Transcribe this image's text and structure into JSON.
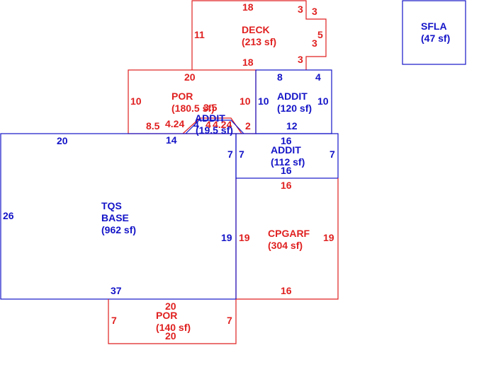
{
  "colors": {
    "red": "#e02020",
    "blue": "#1414c8"
  },
  "areas": {
    "deck": {
      "name": "DECK",
      "area": "(213 sf)",
      "dims": [
        "18",
        "3",
        "3",
        "5",
        "3",
        "3",
        "18",
        "11"
      ]
    },
    "por_upper": {
      "name": "POR",
      "area": "(180.5 sf)",
      "dims": [
        "20",
        "10",
        "10",
        "8.5",
        "4.24",
        "3.5",
        "4",
        "4.24",
        "2"
      ]
    },
    "addit_triangle": {
      "name": "ADDIT",
      "area": "(19.5 sf)",
      "dims": [
        "14",
        "4"
      ]
    },
    "addit_upper": {
      "name": "ADDIT",
      "area": "(120 sf)",
      "dims": [
        "8",
        "4",
        "10",
        "10",
        "12"
      ]
    },
    "addit_middle": {
      "name": "ADDIT",
      "area": "(112 sf)",
      "dims": [
        "16",
        "7",
        "7",
        "16"
      ]
    },
    "base": {
      "name_line1": "TQS",
      "name_line2": "BASE",
      "area": "(962 sf)",
      "dims": [
        "20",
        "26",
        "7",
        "19",
        "37"
      ]
    },
    "cpgarf": {
      "name": "CPGARF",
      "area": "(304 sf)",
      "dims": [
        "16",
        "19",
        "19",
        "16"
      ]
    },
    "por_lower": {
      "name": "POR",
      "area": "(140 sf)",
      "dims": [
        "20",
        "7",
        "7",
        "20"
      ]
    },
    "sfla": {
      "name": "SFLA",
      "area": "(47 sf)"
    }
  }
}
